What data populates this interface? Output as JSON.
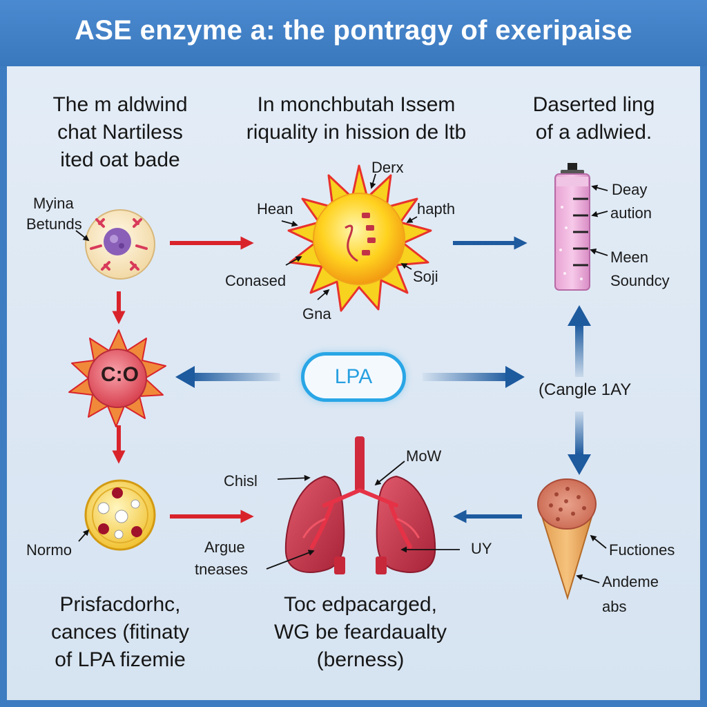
{
  "header": {
    "title": "ASE enzyme a: the pontragy of exeripaise"
  },
  "captions": {
    "top_left": [
      "The m aldwind",
      "chat Nartiless",
      "ited oat bade"
    ],
    "top_center": [
      "In monchbutah Issem",
      "riquality in hission de ltb"
    ],
    "top_right": [
      "Daserted ling",
      "of a adlwied."
    ],
    "bottom_left": [
      "Prisfacdorhc,",
      "cances (fitinaty",
      "of LPA fizemie"
    ],
    "bottom_center": [
      "Toc edpacarged,",
      "WG be feardaualty",
      "(berness)"
    ]
  },
  "center_box": {
    "label": "LPA"
  },
  "labels": {
    "myina": "Myina",
    "betunds": "Betunds",
    "derx": "Derx",
    "hean": "Hean",
    "hapth": "hapth",
    "conased": "Conased",
    "soji": "Soji",
    "gna": "Gna",
    "deay": "Deay",
    "aution": "aution",
    "meen": "Meen",
    "soundcy": "Soundcy",
    "cangle": "(Cangle 1AY",
    "mow": "MoW",
    "chisl": "Chisl",
    "argue": "Argue",
    "tneases": "tneases",
    "uy": "UY",
    "normo": "Normo",
    "fuctiones": "Fuctiones",
    "andeme": "Andeme",
    "abs": "abs",
    "cell_glyph": "C:O"
  },
  "colors": {
    "header_bg": "#3d7cc0",
    "panel_bg": "#dde8f4",
    "red_arrow": "#d9232b",
    "blue_arrow": "#1d5a9e",
    "lpa_border": "#29a6e6"
  },
  "icons": [
    "cell-icon",
    "sun-enzyme-icon",
    "test-tube-icon",
    "spiky-cell-icon",
    "vesicle-icon",
    "lungs-icon",
    "cone-tissue-icon"
  ]
}
